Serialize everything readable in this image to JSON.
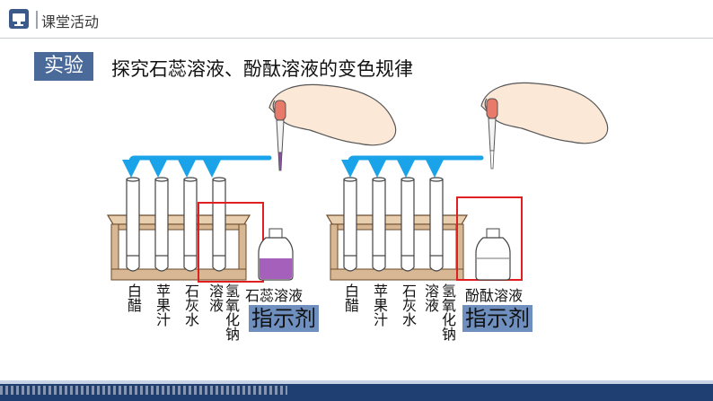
{
  "header": {
    "title": "课堂活动",
    "logo_icon": "presentation-icon"
  },
  "experiment": {
    "badge": "实验",
    "title": "探究石蕊溶液、酚酞溶液的变色规律"
  },
  "left_setup": {
    "tubes": [
      {
        "label": "白醋"
      },
      {
        "label": "苹果汁"
      },
      {
        "label": "石灰水"
      },
      {
        "label": "溶液"
      },
      {
        "label": "氢氧化钠"
      }
    ],
    "bottle_label": "石蕊溶液",
    "indicator_label": "指示剂",
    "bottle_liquid_color": "#9b4fb4"
  },
  "right_setup": {
    "tubes": [
      {
        "label": "白醋"
      },
      {
        "label": "苹果汁"
      },
      {
        "label": "石灰水"
      },
      {
        "label": "溶液"
      },
      {
        "label": "氢氧化钠"
      }
    ],
    "bottle_label": "酚酞溶液",
    "indicator_label": "指示剂",
    "bottle_liquid_color": "#ffffff"
  },
  "colors": {
    "accent": "#4a6a9a",
    "arrow": "#1aa3e8",
    "rack": "#d8b894",
    "highlight_box": "#e02020",
    "footer": "#1f3e72"
  }
}
